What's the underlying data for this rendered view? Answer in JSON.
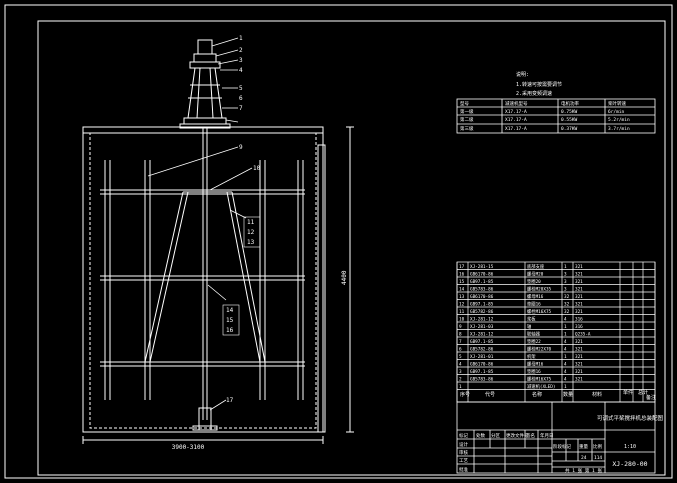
{
  "drawing": {
    "title_block": {
      "name": "可调式平桨搅拌机总装配图",
      "drawing_no": "XJ-280-00",
      "scale": "1:10",
      "sheet_info": "共 1 张 第 1 张",
      "row_labels": [
        "标记",
        "处数",
        "分区",
        "更改文件号",
        "签名",
        "年月日"
      ],
      "roles": [
        "设计",
        "审核",
        "工艺",
        "批准"
      ],
      "cols": [
        "阶段标记",
        "重量",
        "比例"
      ],
      "qty": "24",
      "stage_vals": [
        "114"
      ]
    },
    "parts_header": [
      "序号",
      "代号",
      "名称",
      "数量",
      "材料",
      "单件",
      "总计",
      "备注"
    ],
    "parts": [
      {
        "no": "17",
        "code": "XJ-281-15",
        "name": "底部支座",
        "qty": "1",
        "mat": "321"
      },
      {
        "no": "16",
        "code": "GB6170-86",
        "name": "螺母M20",
        "qty": "3",
        "mat": "321"
      },
      {
        "no": "15",
        "code": "GB97.1-85",
        "name": "垫圈20",
        "qty": "3",
        "mat": "321"
      },
      {
        "no": "14",
        "code": "GB5783-86",
        "name": "螺栓M20X35",
        "qty": "3",
        "mat": "321"
      },
      {
        "no": "13",
        "code": "GB6170-86",
        "name": "螺母M16",
        "qty": "32",
        "mat": "321"
      },
      {
        "no": "12",
        "code": "GB97.1-85",
        "name": "垫圈16",
        "qty": "32",
        "mat": "321"
      },
      {
        "no": "11",
        "code": "GB5782-86",
        "name": "螺栓M16X75",
        "qty": "32",
        "mat": "321"
      },
      {
        "no": "10",
        "code": "XJ-281-12",
        "name": "浆板",
        "qty": "4",
        "mat": "316"
      },
      {
        "no": "9",
        "code": "XJ-281-03",
        "name": "轴",
        "qty": "1",
        "mat": "316"
      },
      {
        "no": "8",
        "code": "XJ-281-12",
        "name": "联轴器",
        "qty": "1",
        "mat": "Q235-A"
      },
      {
        "no": "7",
        "code": "GB97.1-85",
        "name": "垫圈22",
        "qty": "4",
        "mat": "321"
      },
      {
        "no": "6",
        "code": "GB5782-86",
        "name": "螺栓M22X70",
        "qty": "4",
        "mat": "321"
      },
      {
        "no": "5",
        "code": "XJ-281-01",
        "name": "机架",
        "qty": "1",
        "mat": "321"
      },
      {
        "no": "4",
        "code": "GB6170-86",
        "name": "螺母M16",
        "qty": "4",
        "mat": "321"
      },
      {
        "no": "3",
        "code": "GB97.1-85",
        "name": "垫圈16",
        "qty": "4",
        "mat": "321"
      },
      {
        "no": "2",
        "code": "GB5783-86",
        "name": "螺栓M16X75",
        "qty": "4",
        "mat": "321"
      },
      {
        "no": "1",
        "code": "",
        "name": "减速机(XLED)",
        "qty": "1",
        "mat": ""
      }
    ],
    "notes": {
      "heading": "说明:",
      "lines": [
        "1.转速可按需要调节",
        "2.采用变频调速"
      ]
    },
    "spec_table": {
      "header": [
        "型号",
        "减速机型号",
        "电机功率",
        "桨叶转速"
      ],
      "rows": [
        [
          "第一级",
          "X17.17-A",
          "0.75KW",
          "6r/min"
        ],
        [
          "第二级",
          "X17.17-A",
          "0.55KW",
          "5.2r/min"
        ],
        [
          "第三级",
          "X17.17-A",
          "0.37KW",
          "3.7r/min"
        ]
      ]
    },
    "dims": {
      "height": "4400",
      "width": "3900-3100"
    },
    "callouts": [
      "1",
      "2",
      "3",
      "4",
      "5",
      "6",
      "7",
      "9",
      "10",
      "11",
      "12",
      "13",
      "14",
      "15",
      "16",
      "17"
    ]
  }
}
